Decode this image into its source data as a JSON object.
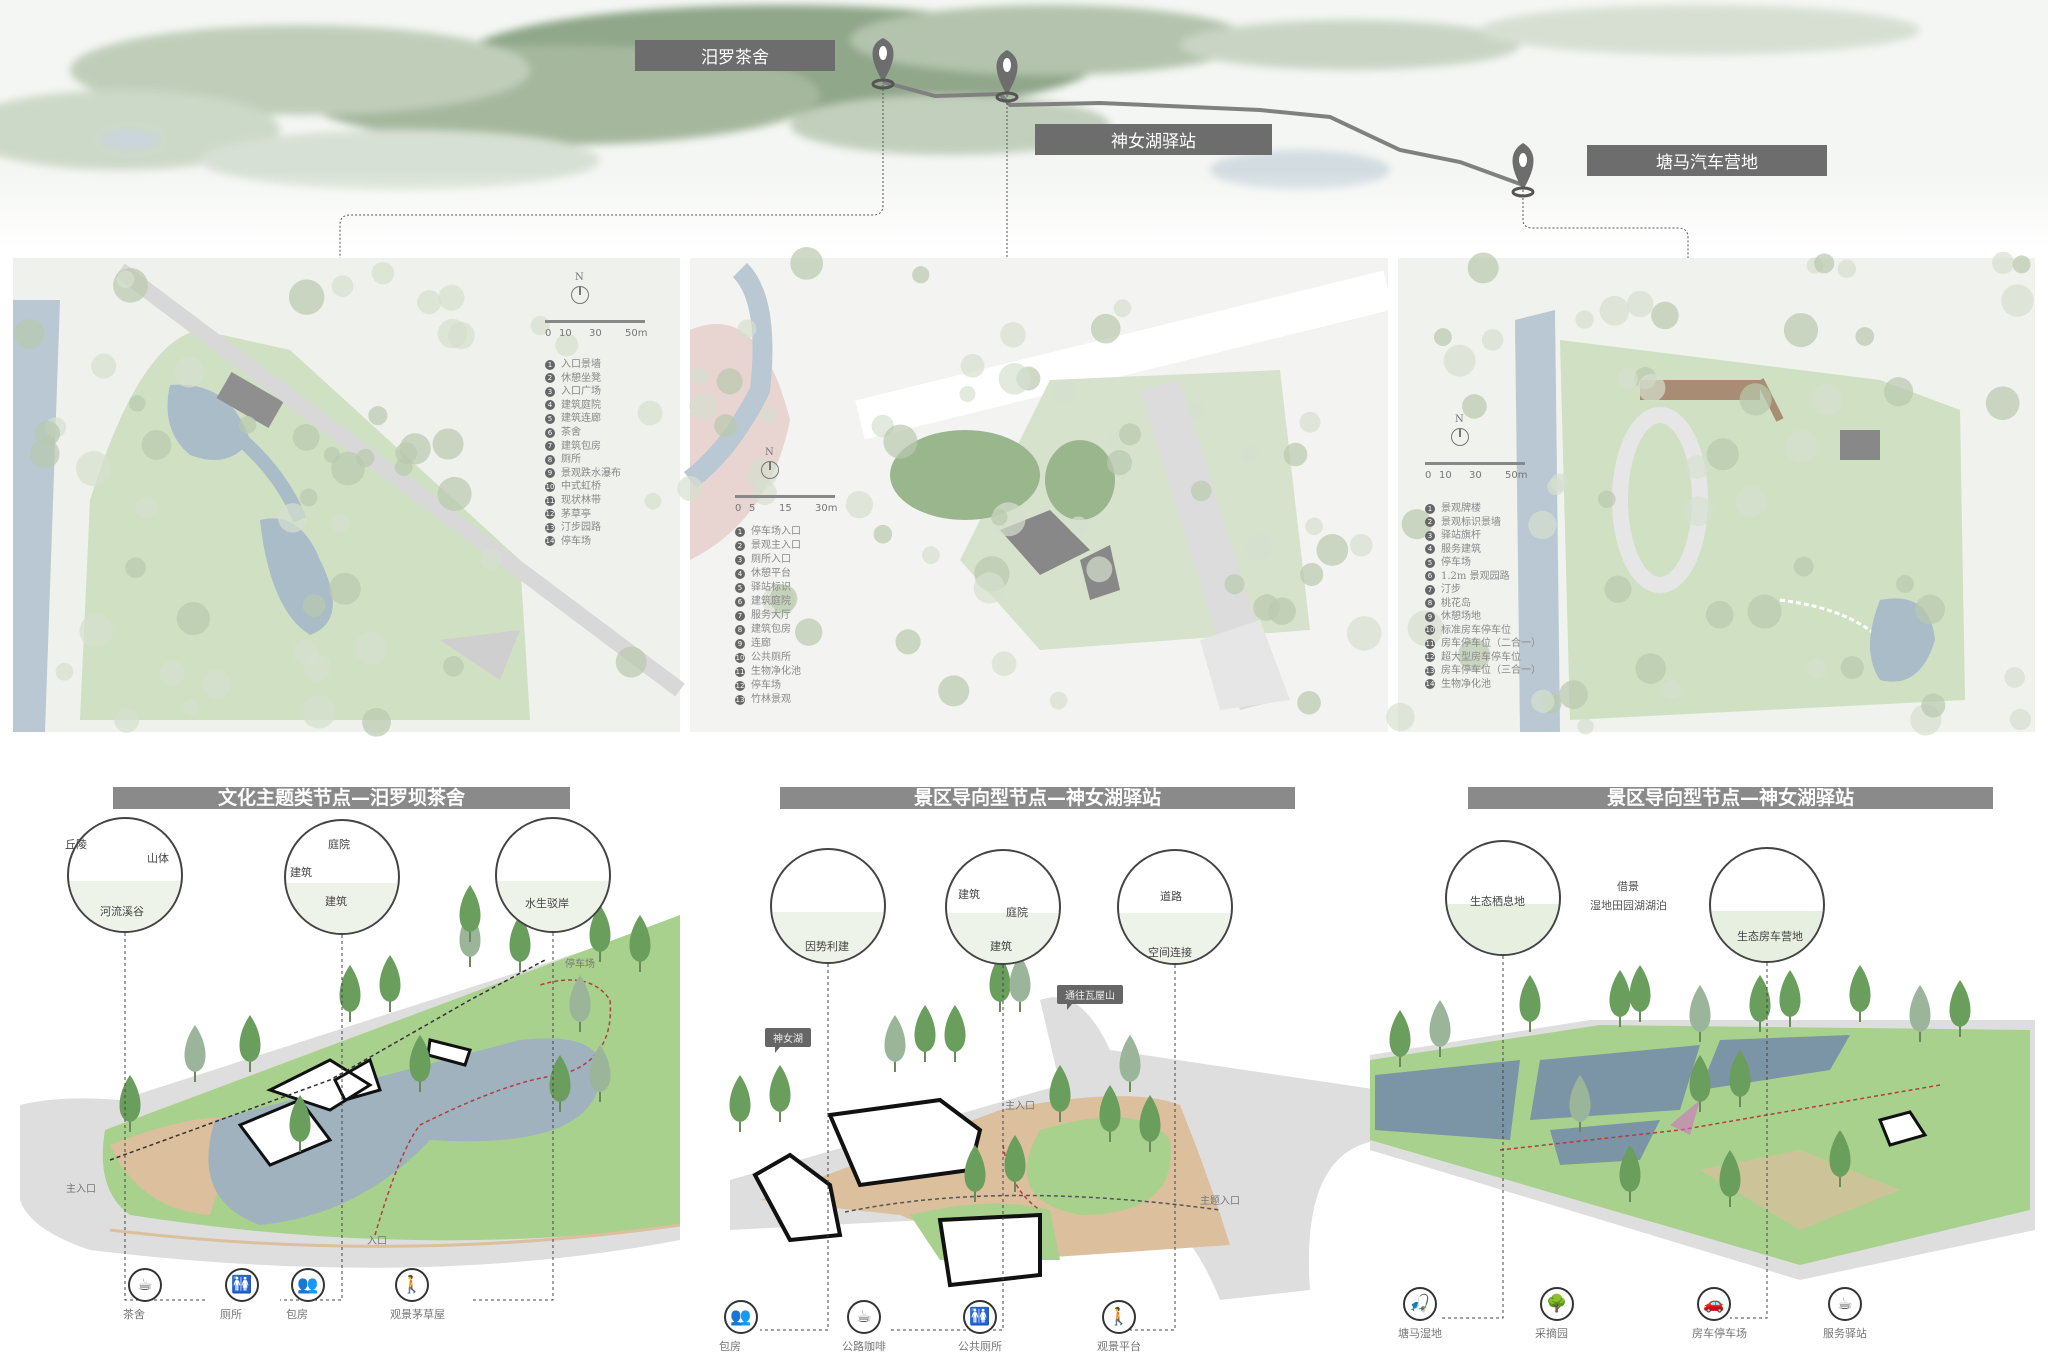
{
  "overview_map": {
    "pins": [
      {
        "label": "汨罗茶舍"
      },
      {
        "label": "神女湖驿站"
      },
      {
        "label": "塘马汽车营地"
      }
    ],
    "colors": {
      "terrain": "#7f9a78",
      "route": "#808080",
      "pin": "#6d6d6d"
    }
  },
  "plans": [
    {
      "north": "N",
      "scale": [
        "0",
        "10",
        "30",
        "50m"
      ],
      "legend": [
        "入口景墙",
        "休憩坐凳",
        "入口广场",
        "建筑庭院",
        "建筑连廊",
        "茶舍",
        "建筑包房",
        "厕所",
        "景观跌水瀑布",
        "中式虹桥",
        "现状林带",
        "茅草亭",
        "汀步园路",
        "停车场"
      ]
    },
    {
      "north": "N",
      "scale": [
        "0",
        "5",
        "15",
        "30m"
      ],
      "legend": [
        "停车场入口",
        "景观主入口",
        "厕所入口",
        "休憩平台",
        "驿站标识",
        "建筑庭院",
        "服务大厅",
        "建筑包房",
        "连廊",
        "公共厕所",
        "生物净化池",
        "停车场",
        "竹林景观"
      ]
    },
    {
      "north": "N",
      "scale": [
        "0",
        "10",
        "30",
        "50m"
      ],
      "legend": [
        "景观牌楼",
        "景观标识景墙",
        "驿站旗杆",
        "服务建筑",
        "停车场",
        "1.2m 景观园路",
        "汀步",
        "桃花岛",
        "休憩场地",
        "标准房车停车位",
        "房车停车位（二合一）",
        "超大型房车停车位",
        "房车停车位（三合一）",
        "生物净化池"
      ]
    }
  ],
  "sections": [
    {
      "title": "文化主题类节点—汨罗坝茶舍",
      "circles": [
        {
          "labels": [
            "丘陵",
            "山体",
            "河流溪谷"
          ]
        },
        {
          "labels": [
            "庭院",
            "建筑",
            "建筑"
          ]
        },
        {
          "labels": [
            "水生驳岸"
          ]
        }
      ],
      "scene_labels": [
        "停车场",
        "主入口",
        "入口"
      ],
      "icons": [
        {
          "icon": "teapot-icon",
          "label": "茶舍"
        },
        {
          "icon": "toilet-icon",
          "label": "厕所"
        },
        {
          "icon": "private-room-icon",
          "label": "包房"
        },
        {
          "icon": "viewer-icon",
          "label": "观景茅草屋"
        }
      ]
    },
    {
      "title": "景区导向型节点—神女湖驿站",
      "circles": [
        {
          "labels": [
            "因势利建"
          ]
        },
        {
          "labels": [
            "建筑",
            "庭院",
            "建筑"
          ]
        },
        {
          "labels": [
            "道路",
            "空间连接"
          ]
        }
      ],
      "scene_labels": [
        "主入口",
        "主题入口"
      ],
      "callouts": [
        "神女湖",
        "通往瓦屋山"
      ],
      "icons": [
        {
          "icon": "private-room-icon",
          "label": "包房"
        },
        {
          "icon": "coffee-icon",
          "label": "公路咖啡"
        },
        {
          "icon": "toilet-icon",
          "label": "公共厕所"
        },
        {
          "icon": "viewer-icon",
          "label": "观景平台"
        }
      ]
    },
    {
      "title": "景区导向型节点—神女湖驿站",
      "circles": [
        {
          "labels": [
            "生态栖息地"
          ]
        },
        {
          "labels": [
            "生态房车营地"
          ]
        }
      ],
      "borrowed_view": {
        "title": "借景",
        "text": "湿地田园湖湖泊"
      },
      "icons": [
        {
          "icon": "fishing-icon",
          "label": "塘马湿地"
        },
        {
          "icon": "picking-icon",
          "label": "采摘园"
        },
        {
          "icon": "rv-parking-icon",
          "label": "房车停车场"
        },
        {
          "icon": "coffee-icon",
          "label": "服务驿站"
        }
      ]
    }
  ],
  "colors": {
    "grass": "#a9d18e",
    "tree": "#6a9e5c",
    "water": "#9fb2bd",
    "plaza": "#dcbf9c",
    "road": "#dedede",
    "title_bar": "#8a8a8a",
    "path_red": "#b0413e"
  }
}
